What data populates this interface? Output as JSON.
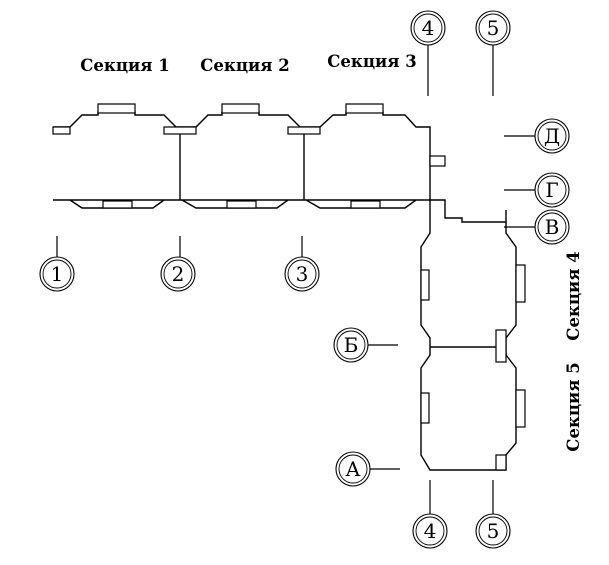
{
  "sections": {
    "s1": "Секция 1",
    "s2": "Секция 2",
    "s3": "Секция 3",
    "s4": "Секция 4",
    "s5": "Секция 5"
  },
  "axes": {
    "a1": "1",
    "a2": "2",
    "a3": "3",
    "a4_top": "4",
    "a5_top": "5",
    "a4_bottom": "4",
    "a5_bottom": "5",
    "d": "Д",
    "g": "Г",
    "v": "В",
    "b": "Б",
    "a": "А"
  }
}
